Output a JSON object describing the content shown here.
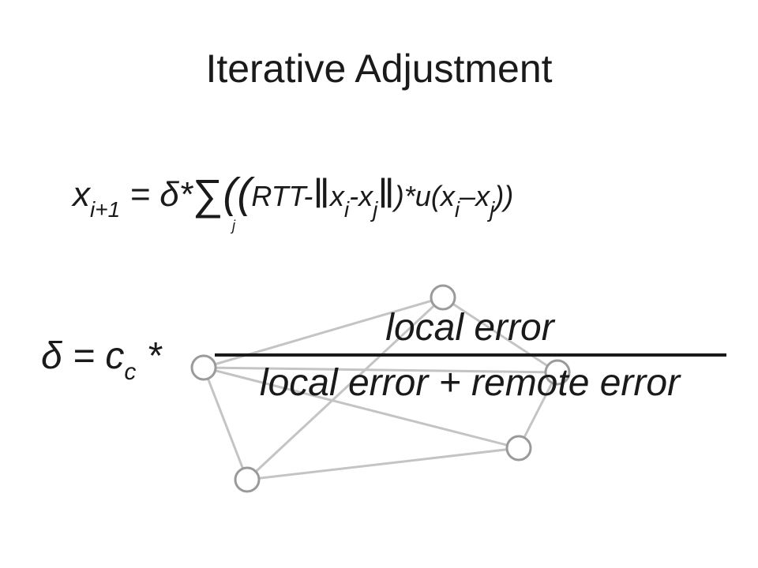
{
  "slide": {
    "title": "Iterative Adjustment",
    "equation1": {
      "lhs_var": "x",
      "lhs_sub": "i+1",
      "equals": " = δ*",
      "sum_symbol": "∑",
      "sum_index": "j",
      "open_parens": "((",
      "rtt": "RTT-",
      "norm_open": "‖",
      "xi": "x",
      "xi_sub": "i",
      "minus": "-",
      "xj": "x",
      "xj_sub": "j",
      "norm_close": "‖",
      "tail": ")*u(",
      "xi2": "x",
      "xi2_sub": "i",
      "dash": "–",
      "xj2": "x",
      "xj2_sub": "j",
      "close_parens": "))"
    },
    "equation2": {
      "lhs": "δ = c",
      "c_sub": "c",
      "times": " *",
      "numerator": "local error",
      "denominator": "local error + remote error"
    }
  }
}
